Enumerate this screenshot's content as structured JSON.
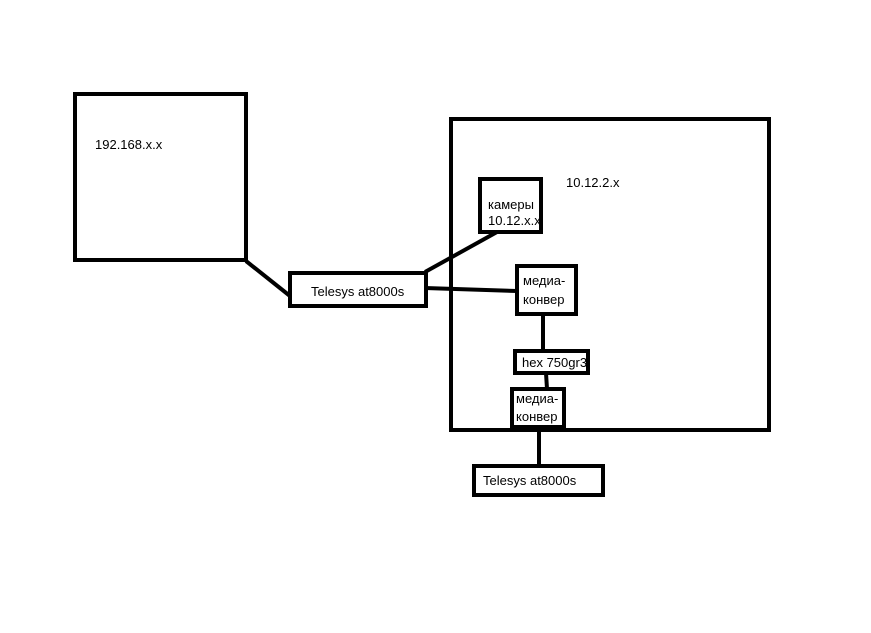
{
  "networks": {
    "left_label": "192.168.x.x",
    "right_label": "10.12.2.x"
  },
  "devices": {
    "cameras": {
      "line1": "камеры",
      "line2": "10.12.x.x"
    },
    "telesys_top": "Telesys at8000s",
    "media_top": {
      "line1": "медиа-",
      "line2": "конвер"
    },
    "hex": "hex 750gr3",
    "media_bottom": {
      "line1": "медиа-",
      "line2": "конвер"
    },
    "telesys_bottom": "Telesys at8000s"
  }
}
